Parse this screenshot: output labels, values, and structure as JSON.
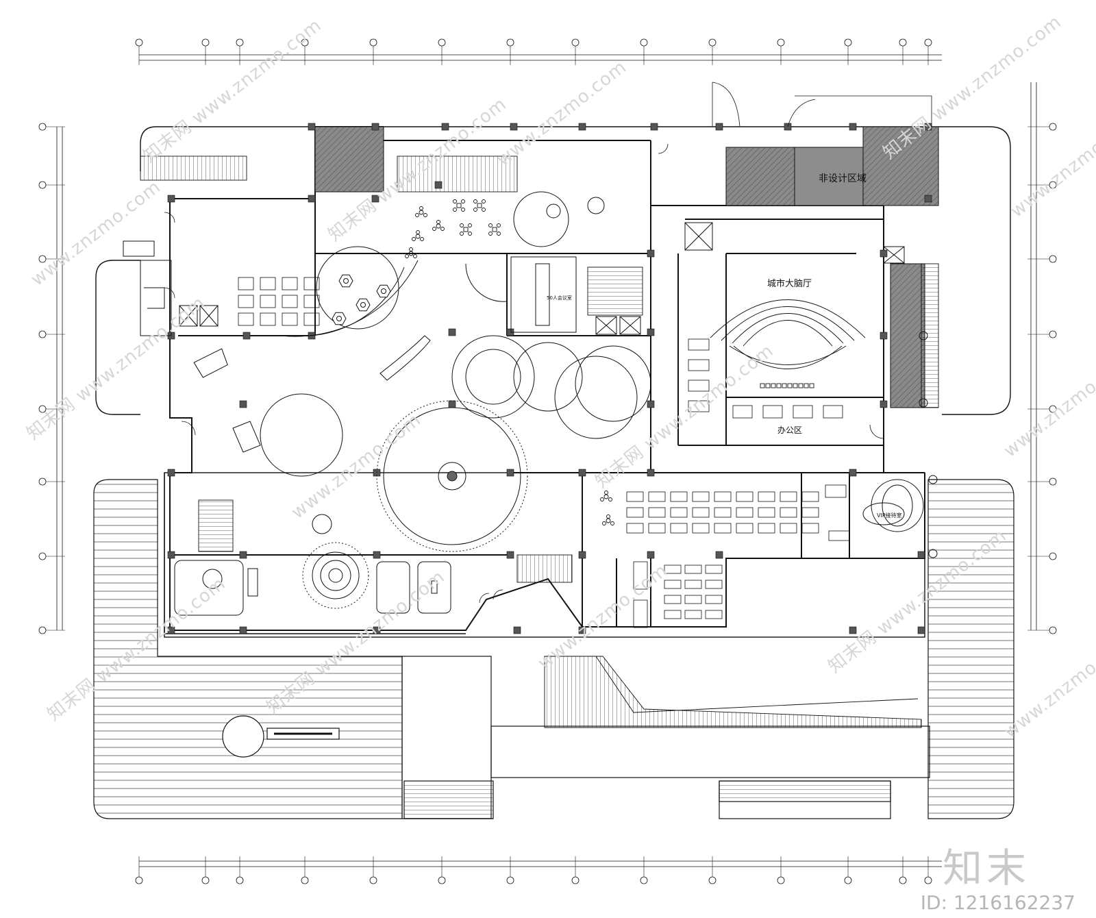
{
  "labels": {
    "non_design": "非设计区域",
    "city_brain_hall": "城市大脑厅",
    "office_area": "办公区",
    "vip_reception": "VIP接待室",
    "hall_50": "50人会议室"
  },
  "watermark": {
    "site": "www.znzmo.com",
    "brand": "知末网"
  },
  "brand": {
    "logo": "知末",
    "id": "ID: 1216162237"
  },
  "colors": {
    "line": "#111111",
    "hatch": "#7a7a7a",
    "watermark": "#d6d6d6"
  }
}
